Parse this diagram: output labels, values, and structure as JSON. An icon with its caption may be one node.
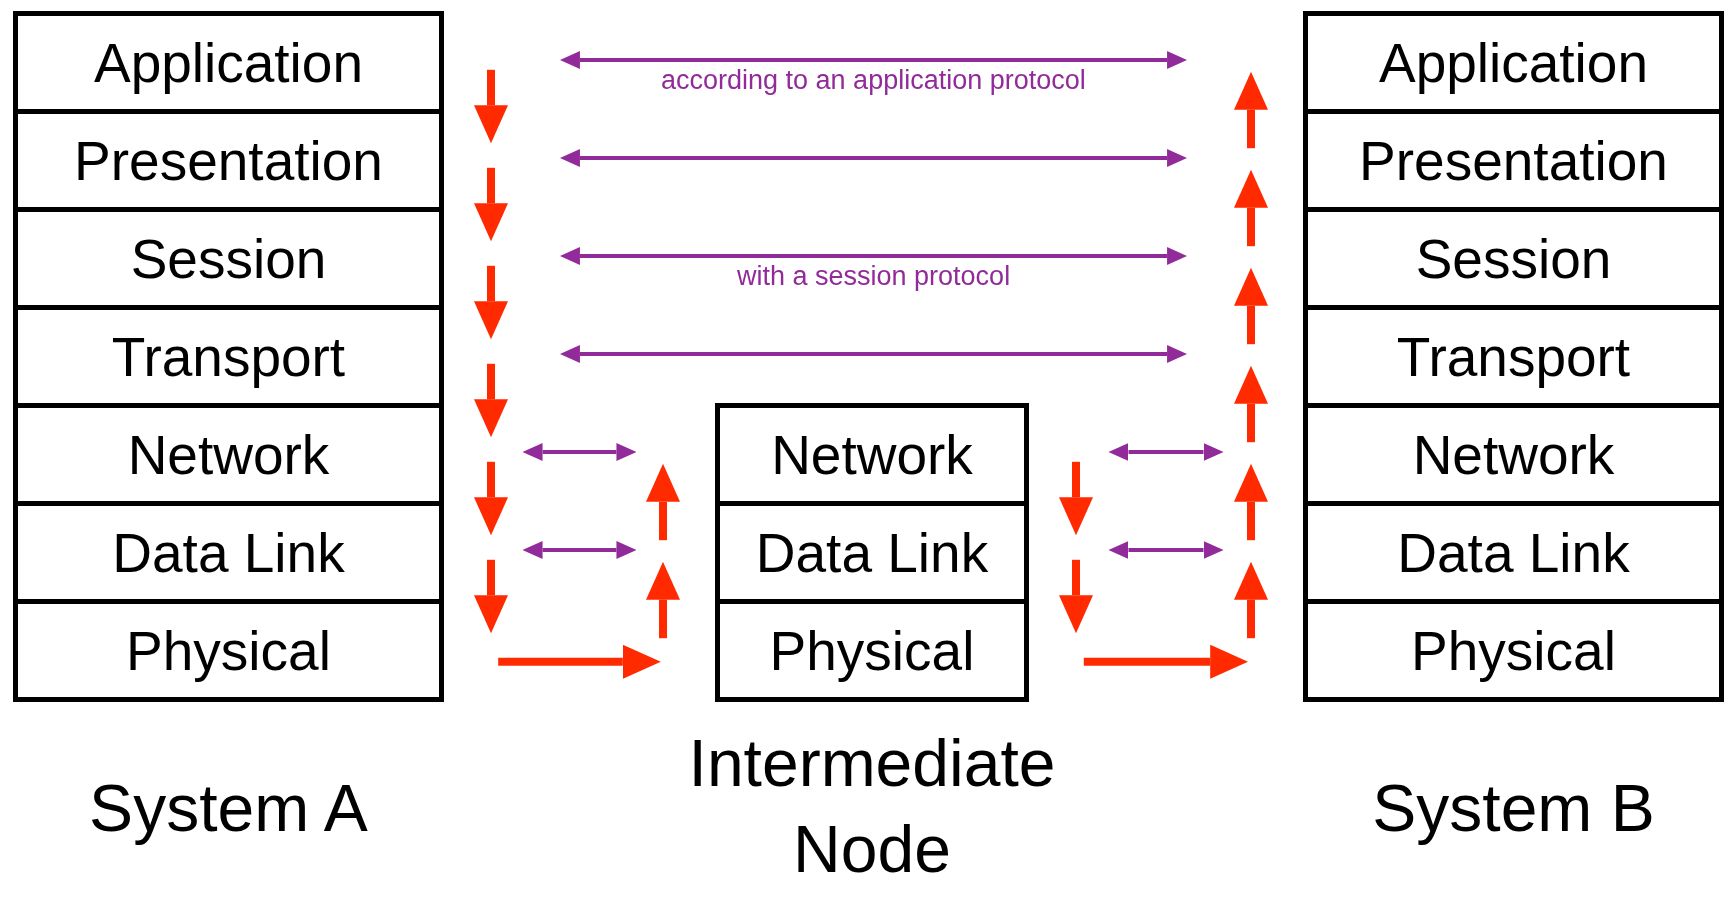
{
  "diagram": {
    "nodes": [
      {
        "text": [
          "System A"
        ]
      },
      {
        "text": [
          "Application"
        ],
        "in": 0
      },
      {
        "text": [
          "Presentation"
        ],
        "in": 0
      },
      {
        "text": [
          "Session"
        ],
        "in": 0
      },
      {
        "text": [
          "Transport"
        ],
        "in": 0
      },
      {
        "text": [
          "Network"
        ],
        "in": 0
      },
      {
        "text": [
          "Data Link"
        ],
        "in": 0
      },
      {
        "text": [
          "Physical"
        ],
        "in": 0
      },
      {
        "text": [
          "Intermediate Node"
        ]
      },
      {
        "text": [
          "Network"
        ],
        "in": 8
      },
      {
        "text": [
          "Data Link"
        ],
        "in": 8
      },
      {
        "text": [
          "Physical"
        ],
        "in": 8
      },
      {
        "text": [
          "System B"
        ]
      },
      {
        "text": [
          "Application"
        ],
        "in": 12
      },
      {
        "text": [
          "Presentation"
        ],
        "in": 12
      },
      {
        "text": [
          "Session"
        ],
        "in": 12
      },
      {
        "text": [
          "Transport"
        ],
        "in": 12
      },
      {
        "text": [
          "Network"
        ],
        "in": 12
      },
      {
        "text": [
          "Data Link"
        ],
        "in": 12
      },
      {
        "text": [
          "Physical"
        ],
        "in": 12
      }
    ],
    "edges": [
      {
        "from": 1,
        "to": 13,
        "arrow": "both",
        "label": "according to an application protocol",
        "color": "#922b9a"
      },
      {
        "from": 2,
        "to": 14,
        "arrow": "both",
        "color": "#922b9a"
      },
      {
        "from": 3,
        "to": 15,
        "arrow": "both",
        "label": "with a session protocol",
        "color": "#922b9a"
      },
      {
        "from": 4,
        "to": 16,
        "arrow": "both",
        "color": "#922b9a"
      },
      {
        "from": 5,
        "to": 9,
        "arrow": "both",
        "color": "#922b9a"
      },
      {
        "from": 6,
        "to": 10,
        "arrow": "both",
        "color": "#922b9a"
      },
      {
        "from": 9,
        "to": 17,
        "arrow": "both",
        "color": "#922b9a"
      },
      {
        "from": 10,
        "to": 18,
        "arrow": "both",
        "color": "#922b9a"
      },
      {
        "from": 7,
        "to": 11,
        "arrow": "to",
        "style": "thick",
        "color": "#ff2a00"
      },
      {
        "from": 11,
        "to": 19,
        "arrow": "to",
        "style": "thick",
        "color": "#ff2a00"
      }
    ]
  }
}
